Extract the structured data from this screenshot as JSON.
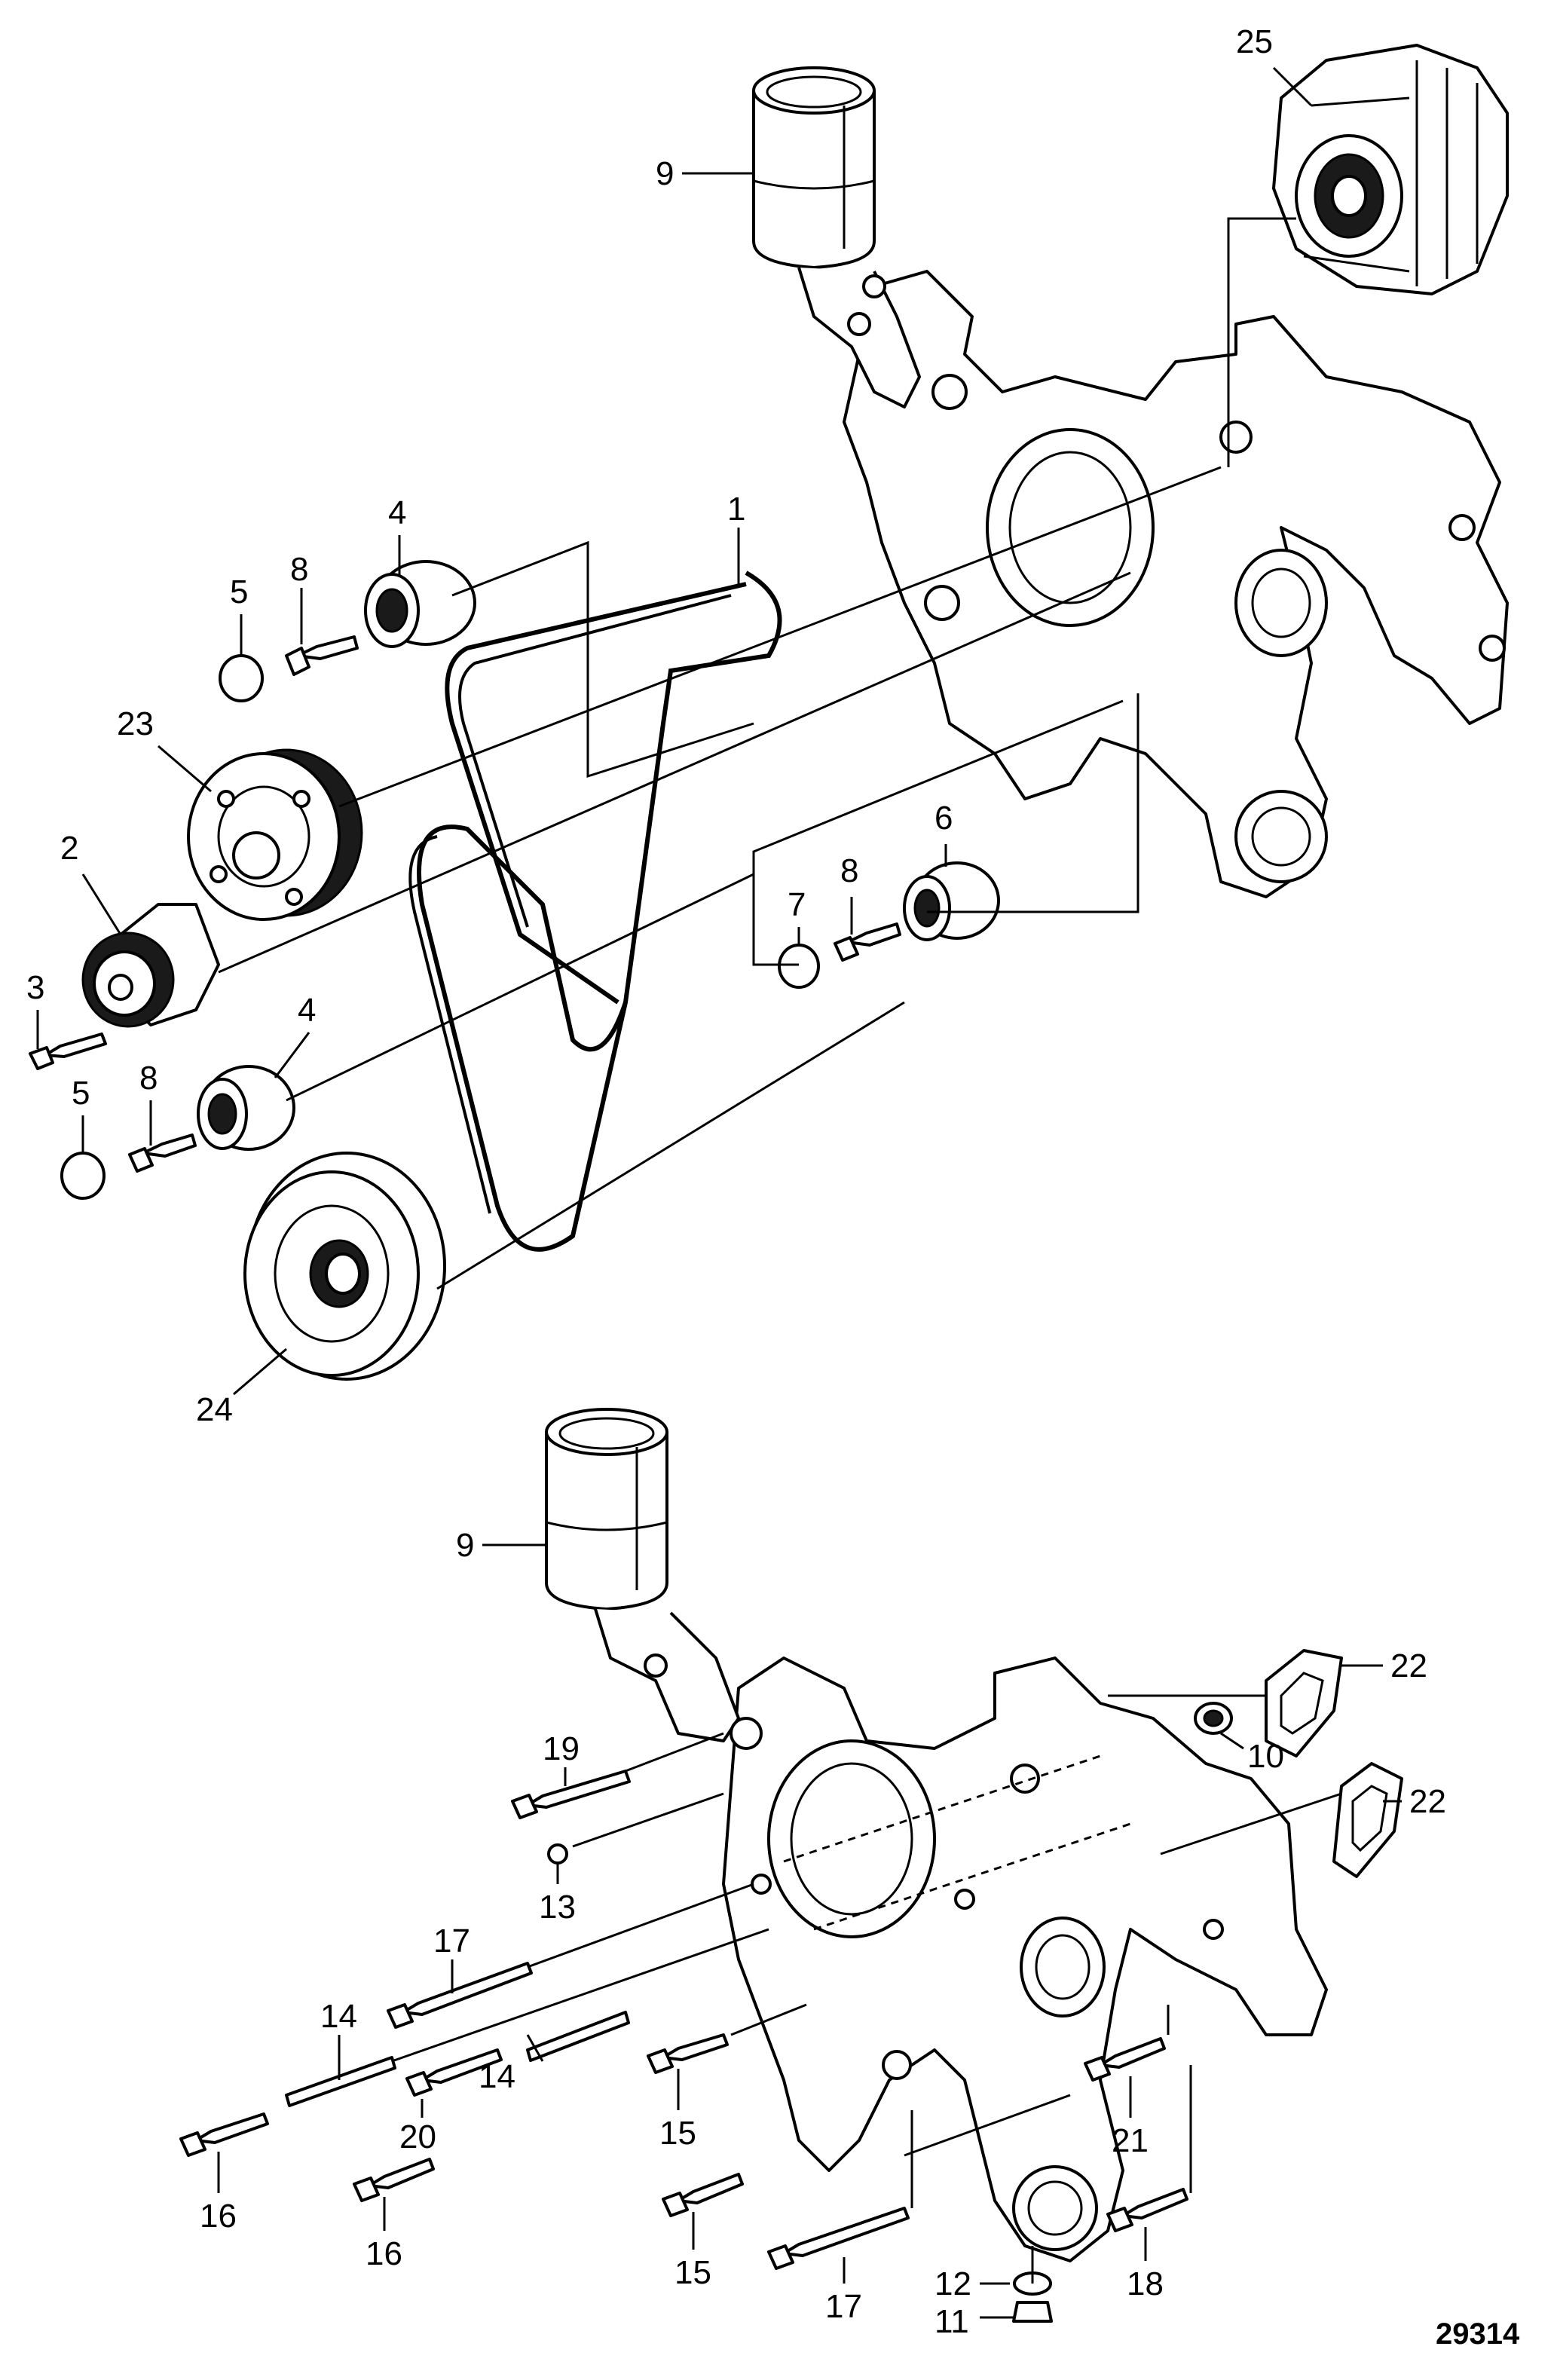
{
  "callouts": [
    {
      "id": "c25",
      "label": "25",
      "part": "alternator"
    },
    {
      "id": "c9a",
      "label": "9",
      "part": "oil-filter-housing-upper"
    },
    {
      "id": "c4a",
      "label": "4",
      "part": "idler-pulley-upper"
    },
    {
      "id": "c1",
      "label": "1",
      "part": "drive-belt"
    },
    {
      "id": "c5a",
      "label": "5",
      "part": "cap-upper"
    },
    {
      "id": "c8a",
      "label": "8",
      "part": "bolt-upper"
    },
    {
      "id": "c23",
      "label": "23",
      "part": "water-pump-pulley"
    },
    {
      "id": "c2",
      "label": "2",
      "part": "belt-tensioner"
    },
    {
      "id": "c3",
      "label": "3",
      "part": "tensioner-bolt"
    },
    {
      "id": "c6",
      "label": "6",
      "part": "idler-pulley-right"
    },
    {
      "id": "c7",
      "label": "7",
      "part": "cap-right"
    },
    {
      "id": "c8b",
      "label": "8",
      "part": "bolt-right"
    },
    {
      "id": "c4b",
      "label": "4",
      "part": "idler-pulley-lower"
    },
    {
      "id": "c5b",
      "label": "5",
      "part": "cap-lower"
    },
    {
      "id": "c8c",
      "label": "8",
      "part": "bolt-lower"
    },
    {
      "id": "c24",
      "label": "24",
      "part": "crankshaft-pulley"
    },
    {
      "id": "c9b",
      "label": "9",
      "part": "oil-filter-housing-lower"
    },
    {
      "id": "c22a",
      "label": "22",
      "part": "gasket-upper"
    },
    {
      "id": "c22b",
      "label": "22",
      "part": "gasket-lower"
    },
    {
      "id": "c10",
      "label": "10",
      "part": "sleeve"
    },
    {
      "id": "c19",
      "label": "19",
      "part": "bolt-19"
    },
    {
      "id": "c13",
      "label": "13",
      "part": "pin-13"
    },
    {
      "id": "c17a",
      "label": "17",
      "part": "bolt-17-upper"
    },
    {
      "id": "c14a",
      "label": "14",
      "part": "stud-14-left"
    },
    {
      "id": "c14b",
      "label": "14",
      "part": "stud-14-right"
    },
    {
      "id": "c20",
      "label": "20",
      "part": "bolt-20"
    },
    {
      "id": "c15a",
      "label": "15",
      "part": "bolt-15-upper"
    },
    {
      "id": "c21",
      "label": "21",
      "part": "bolt-21"
    },
    {
      "id": "c16a",
      "label": "16",
      "part": "bolt-16-left"
    },
    {
      "id": "c16b",
      "label": "16",
      "part": "bolt-16-right"
    },
    {
      "id": "c15b",
      "label": "15",
      "part": "bolt-15-lower"
    },
    {
      "id": "c17b",
      "label": "17",
      "part": "bolt-17-lower"
    },
    {
      "id": "c18",
      "label": "18",
      "part": "bolt-18"
    },
    {
      "id": "c12",
      "label": "12",
      "part": "washer-12"
    },
    {
      "id": "c11",
      "label": "11",
      "part": "plug-11"
    }
  ],
  "figure_number": "29314"
}
